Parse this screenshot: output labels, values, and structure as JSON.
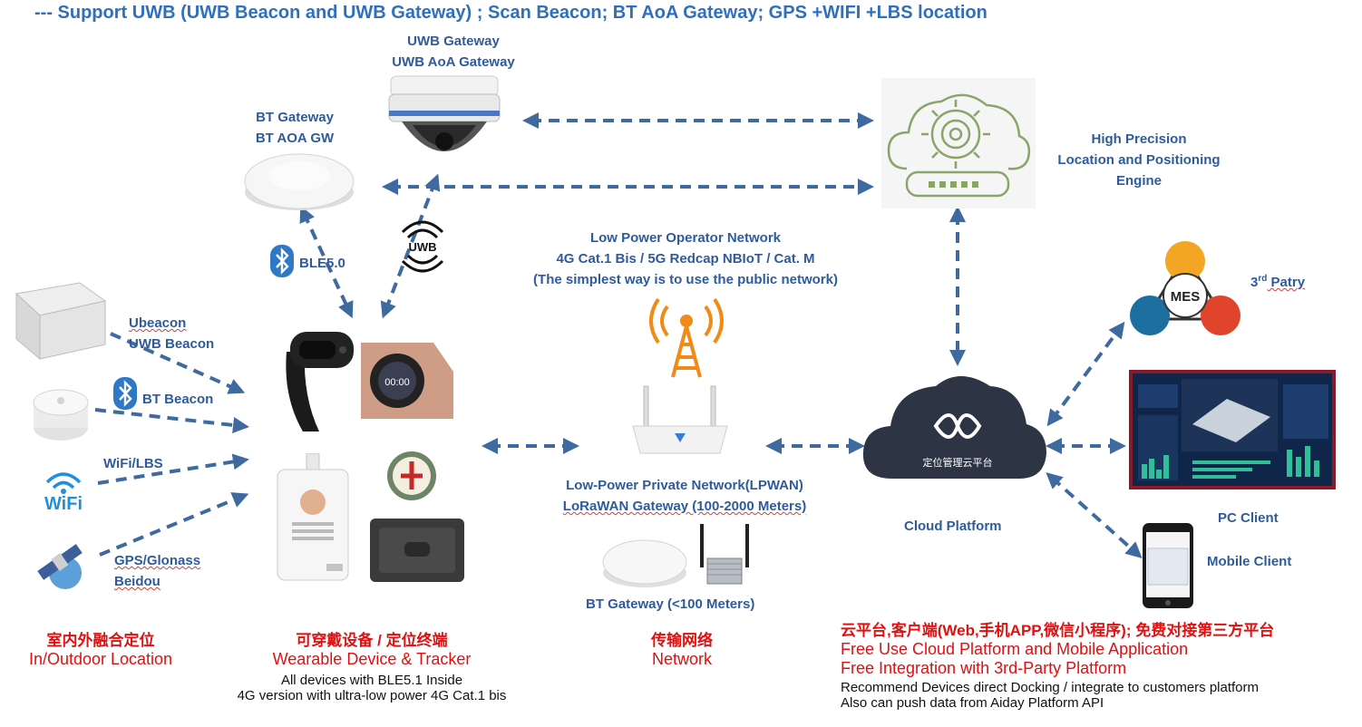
{
  "headline": "--- Support  UWB (UWB Beacon and UWB Gateway) ; Scan Beacon;  BT AoA Gateway;  GPS +WIFI +LBS location",
  "uwb_gateway": {
    "line1": "UWB  Gateway",
    "line2": "UWB AoA Gateway"
  },
  "bt_gateway_top": {
    "line1": "BT Gateway",
    "line2": "BT AOA GW"
  },
  "engine": {
    "line1": "High Precision",
    "line2": "Location and  Positioning",
    "line3": "Engine"
  },
  "ble_label": "BLE5.0",
  "uwb_icon_text": "UWB",
  "operator_network": {
    "line1": "Low Power Operator Network",
    "line2": "4G Cat.1 Bis / 5G Redcap NBIoT / Cat. M",
    "line3": "(The simplest way is to use the public network)"
  },
  "third_party": {
    "prefix": "3",
    "sup": "rd",
    "suffix": " Patry"
  },
  "mes_text": "MES",
  "beacons": {
    "ubeacon_line1": "Ubeacon",
    "ubeacon_line2": "UWB Beacon",
    "bt_beacon": "BT Beacon",
    "wifi_lbs": "WiFi/LBS",
    "wifi_logo": "WiFi",
    "gps_line1": "GPS/Glonass",
    "gps_line2": "Beidou"
  },
  "lpwan": {
    "line1": "Low-Power Private Network(LPWAN)",
    "line2": "LoRaWAN Gateway   (100-2000 Meters)"
  },
  "bt_gateway_bottom": "BT Gateway   (<100 Meters)",
  "cloud_platform": {
    "label": "Cloud Platform",
    "cloud_text": "定位管理云平台"
  },
  "pc_client": "PC Client",
  "mobile_client": "Mobile Client",
  "watch_time": "00:00",
  "section_location": {
    "cn": "室内外融合定位",
    "en": "In/Outdoor Location"
  },
  "section_wearable": {
    "cn": "可穿戴设备 / 定位终端",
    "en": "Wearable Device & Tracker",
    "note1": "All devices with BLE5.1 Inside",
    "note2": "4G version with ultra-low power 4G Cat.1 bis"
  },
  "section_network": {
    "cn": "传输网络",
    "en": "Network"
  },
  "section_cloud": {
    "cn": "云平台,客户端(Web,手机APP,微信小程序);   免费对接第三方平台",
    "en1": "Free Use Cloud Platform and Mobile Application",
    "en2": "Free Integration with 3rd-Party Platform",
    "note1": "Recommend Devices direct Docking / integrate to customers platform",
    "note2": "Also can push data from Aiday Platform API"
  },
  "colors": {
    "label_blue": "#2f5b9c",
    "headline_blue": "#2f6fc0",
    "accent_red": "#e01010",
    "arrow_blue": "#3e6aa0",
    "cloud_dark": "#2d3444"
  }
}
